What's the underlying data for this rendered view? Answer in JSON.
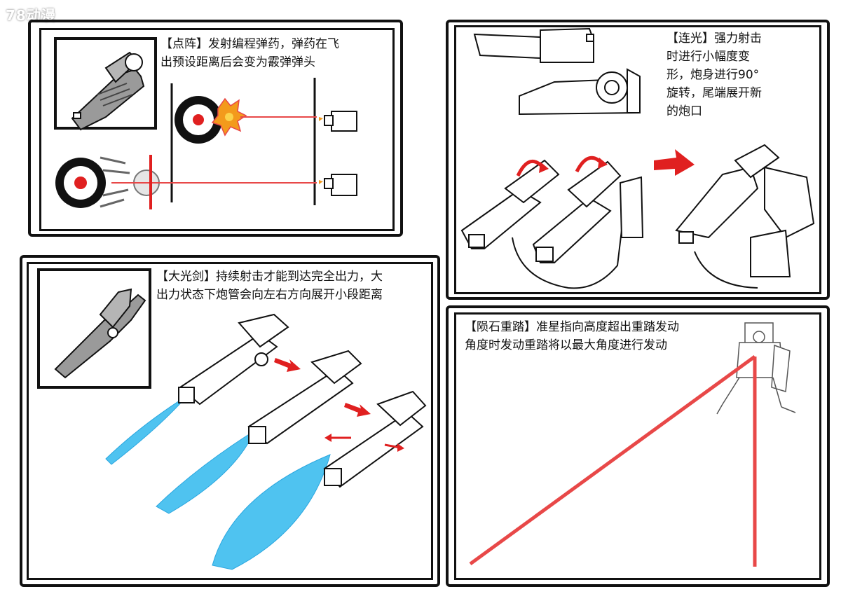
{
  "watermark": "78动漫",
  "panels": {
    "dianzhen": {
      "caption_line1": "【点阵】发射编程弹药，弹药在飞",
      "caption_line2": "出预设距离后会变为霰弹弹头"
    },
    "lianguang": {
      "caption_line1": "【连光】强力射击",
      "caption_line2": "时进行小幅度变",
      "caption_line3": "形，炮身进行90°",
      "caption_line4": "旋转，尾端展开新",
      "caption_line5": "的炮口"
    },
    "daguangjian": {
      "caption_line1": "【大光剑】持续射击才能到达完全出力，大",
      "caption_line2": "出力状态下炮管会向左右方向展开小段距离"
    },
    "yunshi": {
      "caption_line1": "【陨石重踏】准星指向高度超出重踏发动",
      "caption_line2": "角度时发动重踏将以最大角度进行发动"
    }
  },
  "colors": {
    "ink": "#111111",
    "laser": "#e84848",
    "beam": "#4fc3f0",
    "explosion": "#f39a1c"
  }
}
